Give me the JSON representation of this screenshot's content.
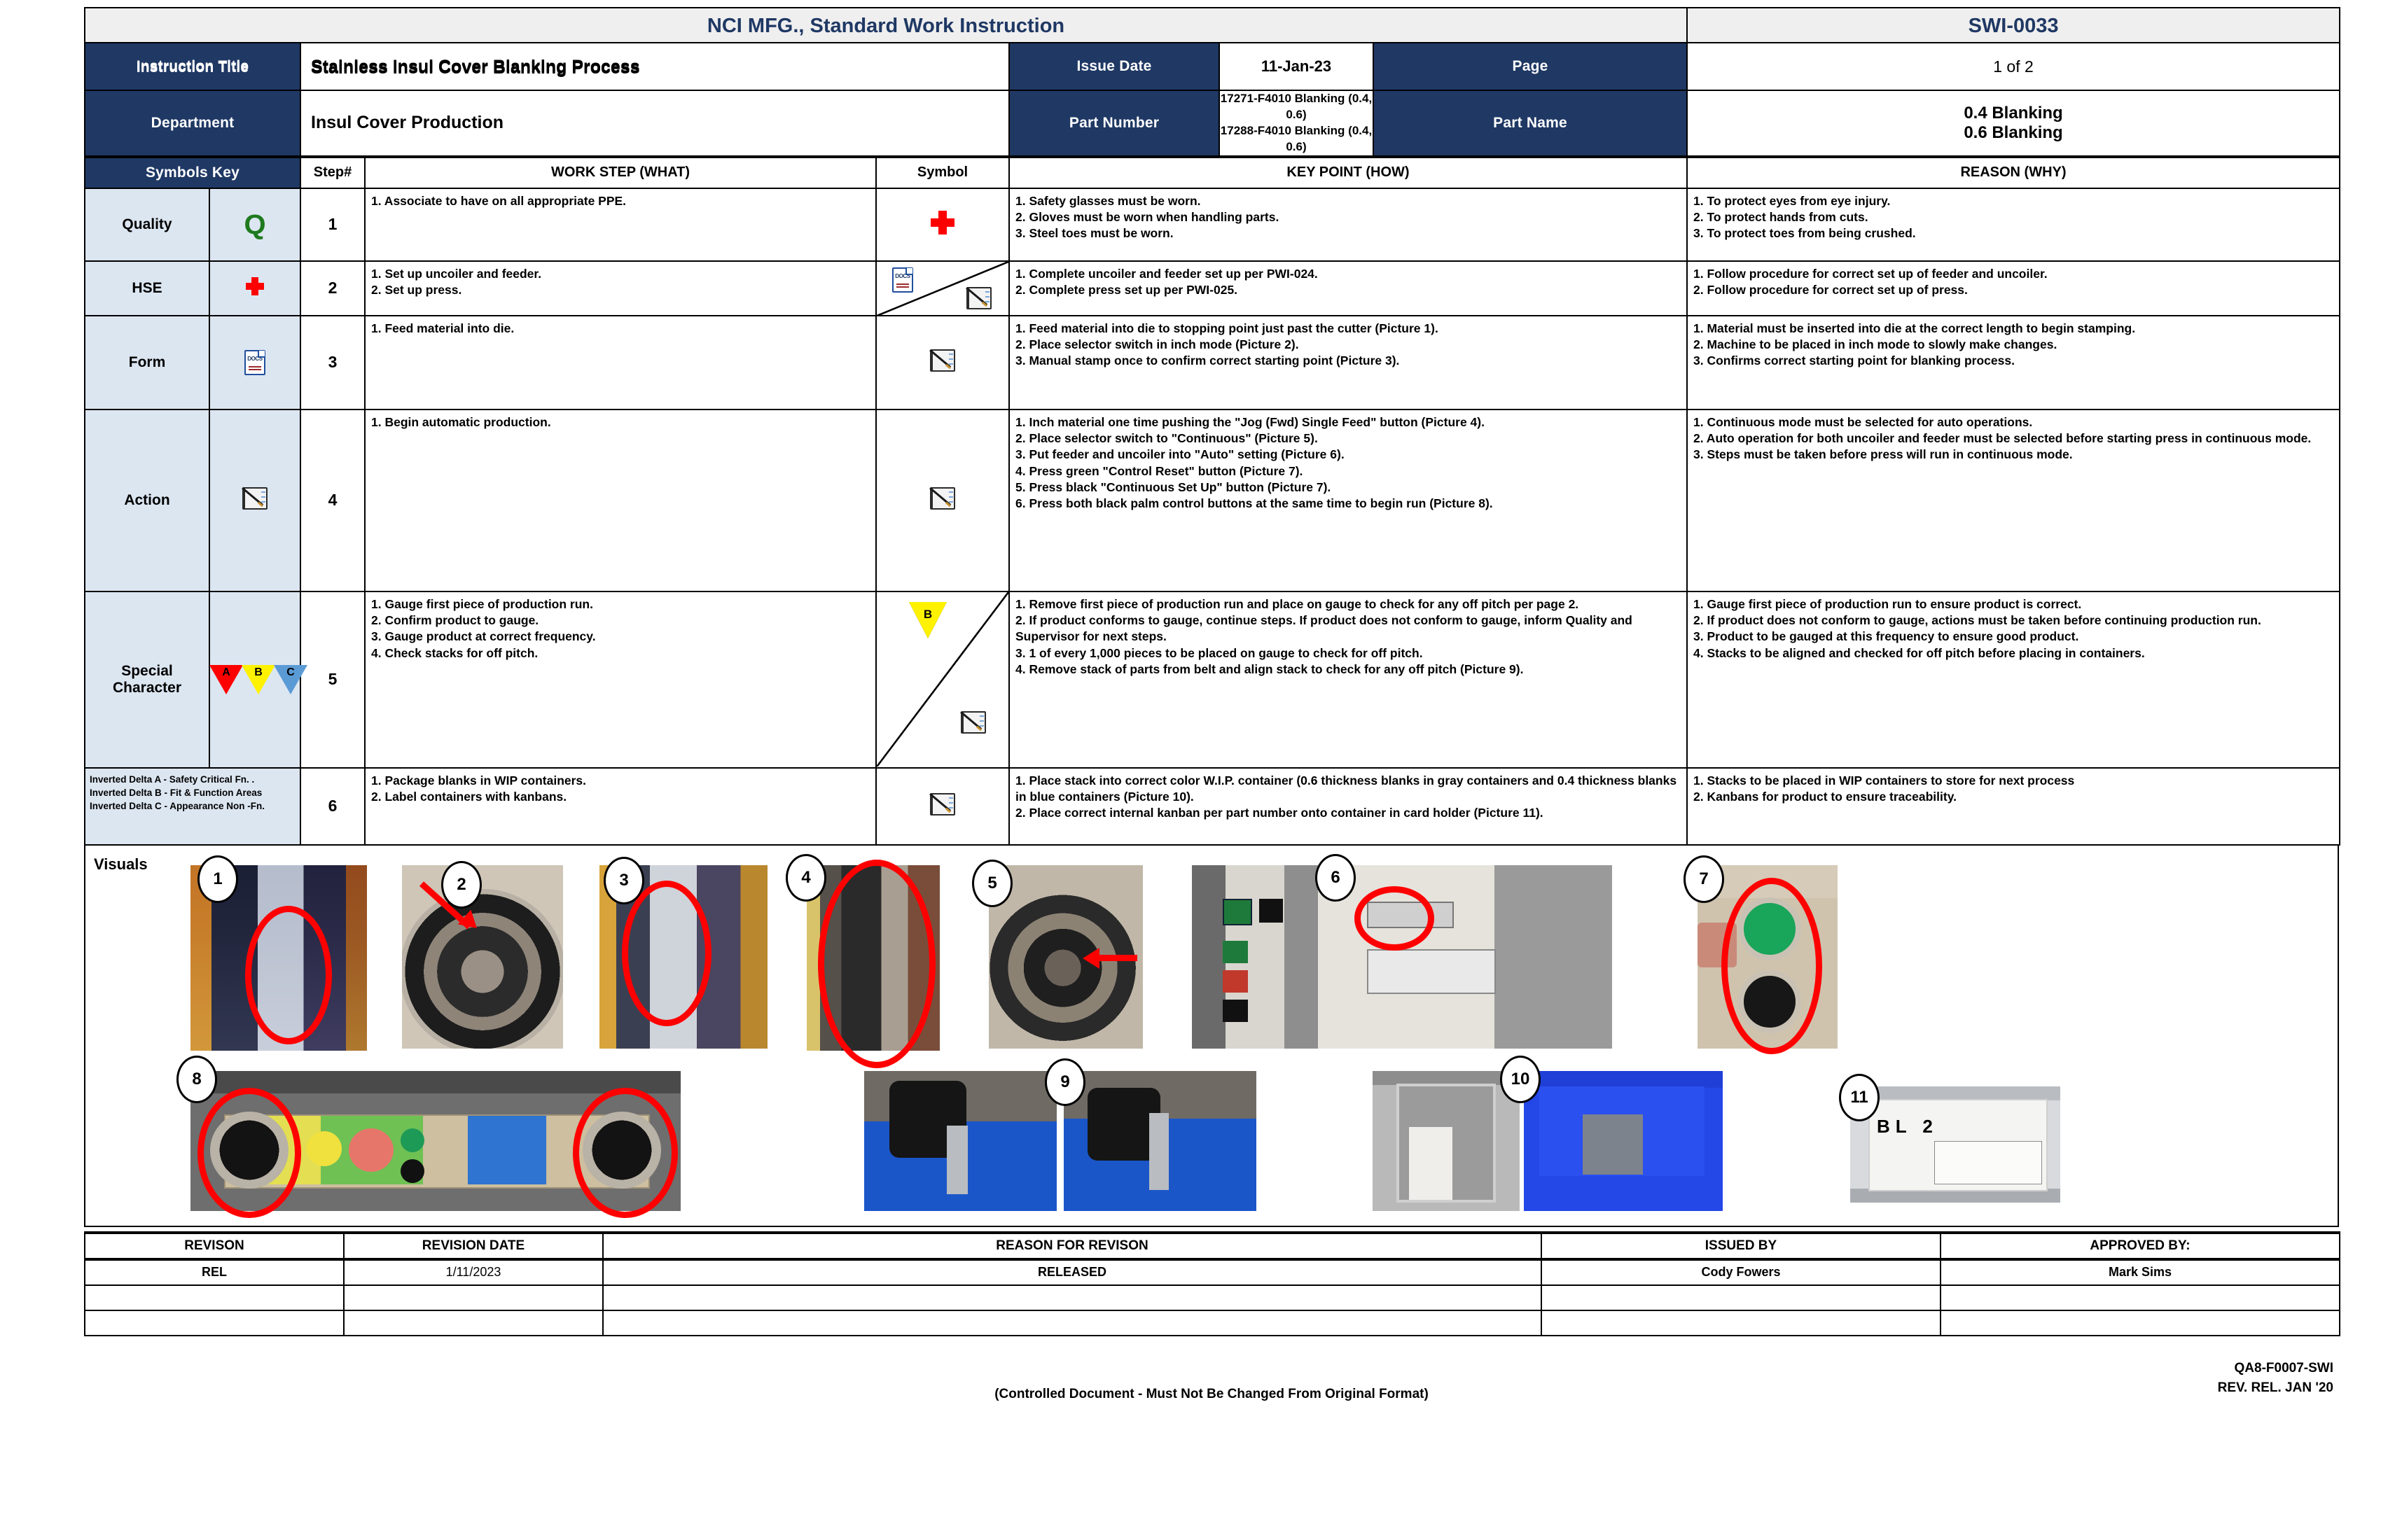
{
  "header": {
    "company_title": "NCI MFG., Standard Work Instruction",
    "doc_number": "SWI-0033",
    "instruction_title_label": "Instruction Title",
    "instruction_title_value": "Stainless Insul Cover Blanking Process",
    "issue_date_label": "Issue Date",
    "issue_date_value": "11-Jan-23",
    "page_label": "Page",
    "page_value": "1 of 2",
    "department_label": "Department",
    "department_value": "Insul Cover Production",
    "part_number_label": "Part Number",
    "part_number_value_1": "17271-F4010 Blanking (0.4, 0.6)",
    "part_number_value_2": "17288-F4010 Blanking (0.4, 0.6)",
    "part_name_label": "Part Name",
    "part_name_value_1": "0.4 Blanking",
    "part_name_value_2": "0.6 Blanking"
  },
  "columns": {
    "symbols_key": "Symbols Key",
    "step_no": "Step#",
    "work_step": "WORK STEP (WHAT)",
    "symbol": "Symbol",
    "key_point": "KEY POINT (HOW)",
    "reason": "REASON (WHY)"
  },
  "symbols_key": [
    {
      "name": "Quality",
      "icon": "letter-q-green"
    },
    {
      "name": "HSE",
      "icon": "red-cross"
    },
    {
      "name": "Form",
      "icon": "docs-page"
    },
    {
      "name": "Action",
      "icon": "clipboard-pen"
    },
    {
      "name": "Special Character",
      "icon": "triangles-abc"
    }
  ],
  "special_character_triangles": [
    {
      "label": "A",
      "color": "#FF0000"
    },
    {
      "label": "B",
      "color": "#FFF200"
    },
    {
      "label": "C",
      "color": "#5B9BD5"
    }
  ],
  "legend": {
    "line1": "Inverted Delta A - Safety Critical Fn. .",
    "line2": "Inverted Delta B - Fit & Function Areas",
    "line3": "Inverted Delta C  - Appearance Non -Fn."
  },
  "steps": [
    {
      "step": "1",
      "work_step": "1. Associate to have on all appropriate PPE.",
      "symbols": [
        "red-cross"
      ],
      "key_point": "1. Safety glasses must be worn.\n2. Gloves must be worn when handling parts.\n3. Steel toes must be worn.",
      "reason": "1. To protect eyes from eye injury.\n2. To protect hands from cuts.\n3. To protect toes from being crushed."
    },
    {
      "step": "2",
      "work_step": "1. Set up uncoiler and feeder.\n2. Set up press.",
      "symbols": [
        "docs-page",
        "clipboard-pen"
      ],
      "key_point": "1. Complete uncoiler and feeder set up per PWI-024.\n2. Complete press set up per PWI-025.",
      "reason": "1. Follow procedure for correct set up of feeder and uncoiler.\n2. Follow procedure for correct set up of press."
    },
    {
      "step": "3",
      "work_step": "1. Feed material into die.",
      "symbols": [
        "clipboard-pen"
      ],
      "key_point": "1.  Feed material into die to stopping point just past the cutter (Picture 1).\n2. Place selector switch in inch mode (Picture 2).\n3. Manual stamp once to confirm correct starting point (Picture 3).",
      "reason": "1. Material must be inserted into die at the correct length to begin stamping.\n2. Machine to be placed in inch mode to slowly make changes.\n3. Confirms correct starting point for blanking process."
    },
    {
      "step": "4",
      "work_step": "1. Begin automatic production.",
      "symbols": [
        "clipboard-pen"
      ],
      "key_point": "1. Inch material one time pushing the \"Jog (Fwd) Single Feed\" button (Picture 4).\n2. Place selector switch to \"Continuous\" (Picture 5).\n3. Put feeder and uncoiler into \"Auto\" setting (Picture 6).\n4. Press  green \"Control Reset\" button (Picture 7).\n5. Press  black \"Continuous Set Up\" button (Picture 7).\n6. Press both black palm control buttons at the same time to begin run (Picture 8).",
      "reason": "1. Continuous  mode must be selected for auto operations.\n2. Auto operation for both uncoiler and feeder must be selected before starting press in continuous mode.\n3. Steps must be taken before press will run in continuous mode."
    },
    {
      "step": "5",
      "work_step": "1. Gauge first piece of production run.\n2. Confirm product to gauge.\n3. Gauge product at correct frequency.\n4. Check stacks for off pitch.",
      "symbols": [
        "triangle-b",
        "clipboard-pen"
      ],
      "key_point": "1. Remove first piece of production run and place on gauge to check for any off pitch per page 2.\n2. If product conforms to gauge, continue steps. If product does not conform to gauge, inform Quality and Supervisor for next steps.\n3. 1 of every 1,000 pieces to be placed on gauge to check for off pitch.\n4. Remove stack of parts from belt and align stack to check for any off pitch (Picture 9).",
      "reason": "1. Gauge first piece of production run to ensure product is correct.\n2. If product does not conform to gauge, actions must be taken before continuing production run.\n3. Product to be gauged at this frequency to ensure good product.\n4. Stacks to be aligned and checked for off pitch before placing in containers."
    },
    {
      "step": "6",
      "work_step": "1. Package blanks in WIP containers.\n2. Label containers with kanbans.",
      "symbols": [
        "clipboard-pen"
      ],
      "key_point": "1. Place stack into correct color W.I.P. container (0.6 thickness blanks in gray containers and 0.4 thickness blanks in blue containers (Picture 10).\n2. Place correct internal kanban per part number onto container in card holder (Picture 11).",
      "reason": "1. Stacks to be placed in WIP containers to store for next process\n2. Kanbans for product to ensure traceability."
    }
  ],
  "visuals": {
    "label": "Visuals",
    "items": [
      {
        "number": "1",
        "caption": "press die feed area with red highlight ellipse"
      },
      {
        "number": "2",
        "caption": "stroking selector dial with red arrow"
      },
      {
        "number": "3",
        "caption": "manual stamp at die with red highlight ellipse"
      },
      {
        "number": "4",
        "caption": "jog fwd single feed button panel"
      },
      {
        "number": "5",
        "caption": "stroking selector set to continuous"
      },
      {
        "number": "6",
        "caption": "feeder and uncoiler auto setting panel"
      },
      {
        "number": "7",
        "caption": "green control reset and black continuous set up buttons"
      },
      {
        "number": "8",
        "caption": "dual black palm control buttons"
      },
      {
        "number": "9",
        "caption": "gloved hands checking stack for off pitch"
      },
      {
        "number": "10",
        "caption": "gray and blue WIP containers with blanks"
      },
      {
        "number": "11",
        "caption": "kanban card in container card holder labeled BL 2"
      }
    ]
  },
  "revision": {
    "headers": [
      "REVISON",
      "REVISION DATE",
      "REASON FOR REVISON",
      "ISSUED BY",
      "APPROVED BY:"
    ],
    "rows": [
      {
        "revision": "REL",
        "date": "1/11/2023",
        "reason": "RELEASED",
        "issued_by": "Cody Fowers",
        "approved_by": "Mark Sims"
      },
      {
        "revision": "",
        "date": "",
        "reason": "",
        "issued_by": "",
        "approved_by": ""
      },
      {
        "revision": "",
        "date": "",
        "reason": "",
        "issued_by": "",
        "approved_by": ""
      }
    ]
  },
  "footer": {
    "center_note": "(Controlled Document - Must Not Be Changed From Original Format)",
    "form_id": "QA8-F0007-SWI",
    "form_rev": "REV. REL. JAN '20"
  }
}
